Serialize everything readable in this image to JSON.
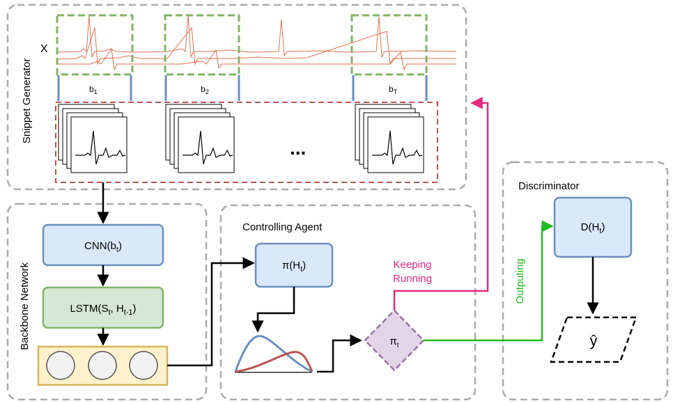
{
  "sections": {
    "snippet_generator": "Snippet Generator",
    "backbone_network": "Backbone Network",
    "controlling_agent": "Controlling Agent",
    "discriminator": "Discriminator"
  },
  "signal": {
    "input_label": "X",
    "snippets": [
      {
        "base": "b",
        "sub": "1"
      },
      {
        "base": "b",
        "sub": "2"
      },
      {
        "base": "b",
        "sub": "T"
      }
    ],
    "ellipsis": "..."
  },
  "backbone": {
    "cnn": {
      "base": "CNN(b",
      "sub": "t",
      "tail": ")"
    },
    "lstm": {
      "p1": "LSTM(S",
      "s1": "t",
      "p2": ", H",
      "s2": "t-1",
      "tail": ")"
    }
  },
  "agent": {
    "policy": {
      "base": "π(H",
      "sub": "t",
      "tail": ")"
    },
    "decision": {
      "base": "π",
      "sub": "t"
    },
    "keep_label_line1": "Keeping",
    "keep_label_line2": "Running",
    "output_label": "Outputing"
  },
  "discriminator": {
    "d": {
      "base": "D(H",
      "sub": "t",
      "tail": ")"
    },
    "output": "ŷ"
  },
  "colors": {
    "box_blue_fill": "#dae8fc",
    "box_blue_stroke": "#6c8ebf",
    "box_green_fill": "#d5e8d4",
    "box_green_stroke": "#82b366",
    "vec_fill": "#fff2cc",
    "vec_stroke": "#d6b656",
    "decision_fill": "#e1d5e7",
    "decision_stroke": "#9673a6",
    "keep_color": "#e6287a",
    "output_color": "#22bb22",
    "snippet_dash": "#82b366",
    "ecg": "#e07050",
    "window_line": "#6c8ebf",
    "batch_dash": "#b85450"
  }
}
